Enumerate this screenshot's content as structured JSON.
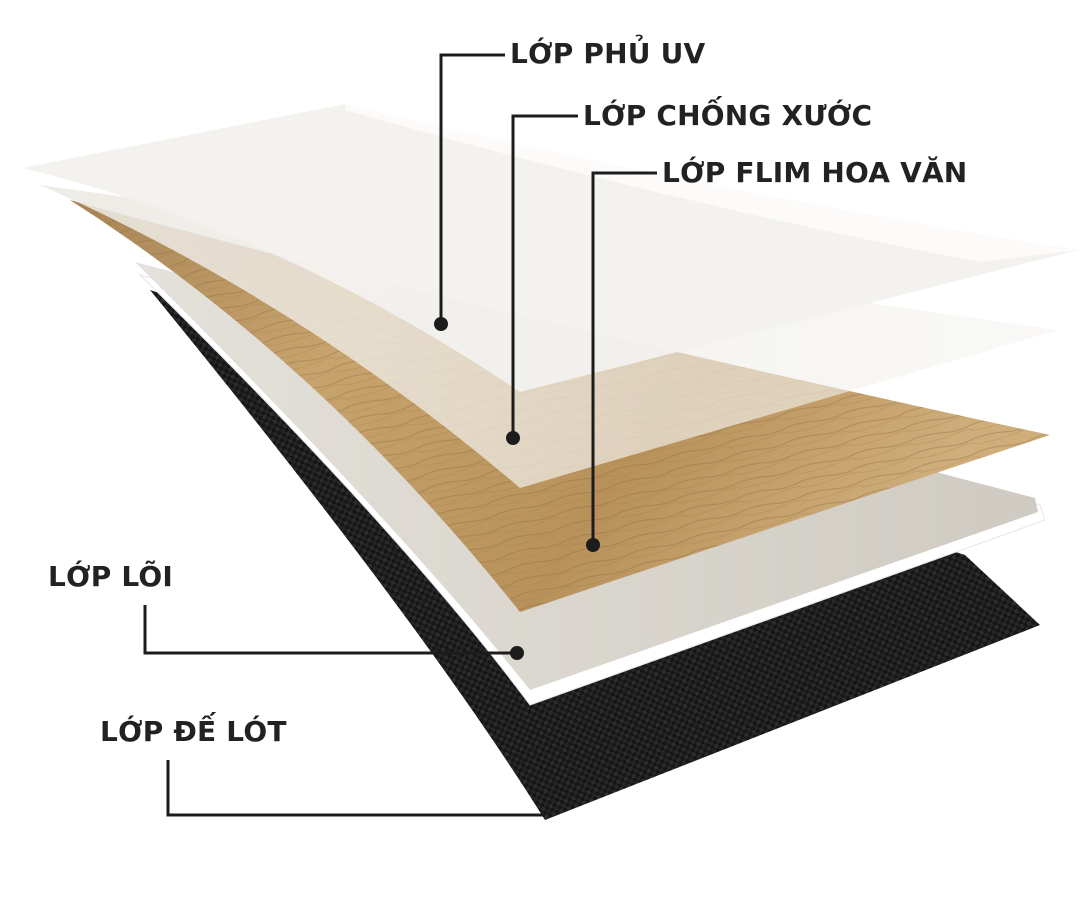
{
  "labels": {
    "uv_coating": "LỚP PHỦ UV",
    "scratch_resistant": "LỚP CHỐNG XƯỚC",
    "pattern_film": "LỚP FLIM HOA VĂN",
    "core": "LỚP LÕI",
    "underlay": "LỚP ĐẾ LÓT"
  },
  "colors": {
    "leader": "#1c1c1c",
    "text": "#222222",
    "wood": "#c09a62",
    "core": "#d9d6cf",
    "underlay": "#1a1a1a"
  }
}
